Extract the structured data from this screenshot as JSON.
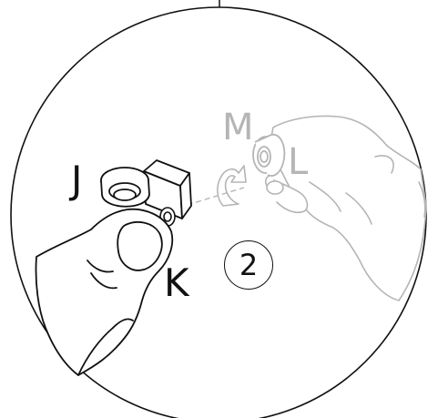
{
  "labels": {
    "j": "J",
    "k": "K",
    "m": "M",
    "l": "L"
  },
  "step": {
    "number": "2"
  },
  "colors": {
    "ink": "#111111",
    "faded_ink": "#b5b5b5",
    "background": "#ffffff"
  },
  "icons": {
    "rotation_arrow": "curved-arrow-icon"
  }
}
